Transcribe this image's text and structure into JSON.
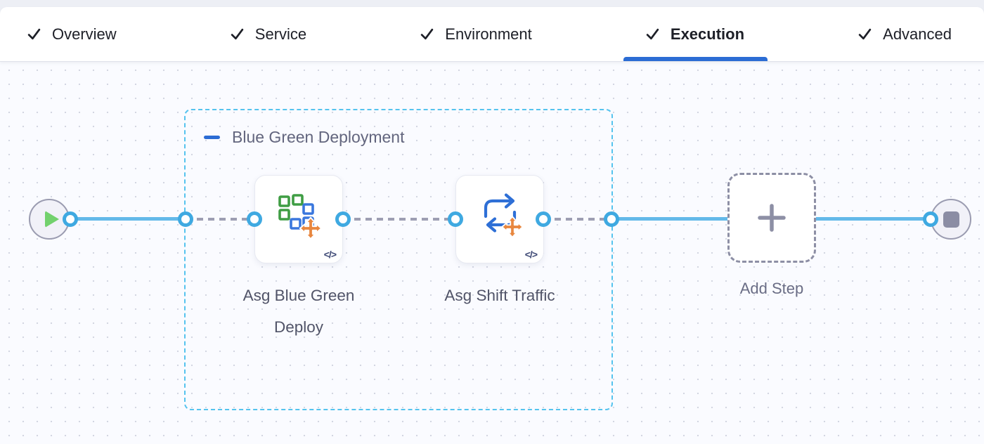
{
  "tabs": {
    "items": [
      {
        "label": "Overview",
        "active": false
      },
      {
        "label": "Service",
        "active": false
      },
      {
        "label": "Environment",
        "active": false
      },
      {
        "label": "Execution",
        "active": true
      },
      {
        "label": "Advanced",
        "active": false
      }
    ]
  },
  "canvas": {
    "group": {
      "label": "Blue Green Deployment",
      "collapse_icon": "minus-icon"
    },
    "steps": [
      {
        "label": "Asg Blue Green Deploy",
        "icon": "asg-blue-green-deploy-icon",
        "badge": "</>"
      },
      {
        "label": "Asg Shift Traffic",
        "icon": "asg-shift-traffic-icon",
        "badge": "</>"
      }
    ],
    "add_step": {
      "label": "Add Step",
      "icon": "plus-icon"
    },
    "start_node_icon": "play-icon",
    "end_node_icon": "stop-icon"
  },
  "colors": {
    "accent_blue": "#2b6cd4",
    "flow_line_blue": "#63b9e9",
    "port_ring_blue": "#3fa9e1",
    "group_border_teal": "#55c3ee",
    "dashed_connector_gray": "#9d9eb3",
    "play_green": "#72d16d",
    "stop_gray": "#8b8da4",
    "icon_green": "#3f9d44",
    "icon_blue": "#2e6fd6",
    "icon_orange": "#e8873f",
    "canvas_bg": "#fafbff"
  }
}
